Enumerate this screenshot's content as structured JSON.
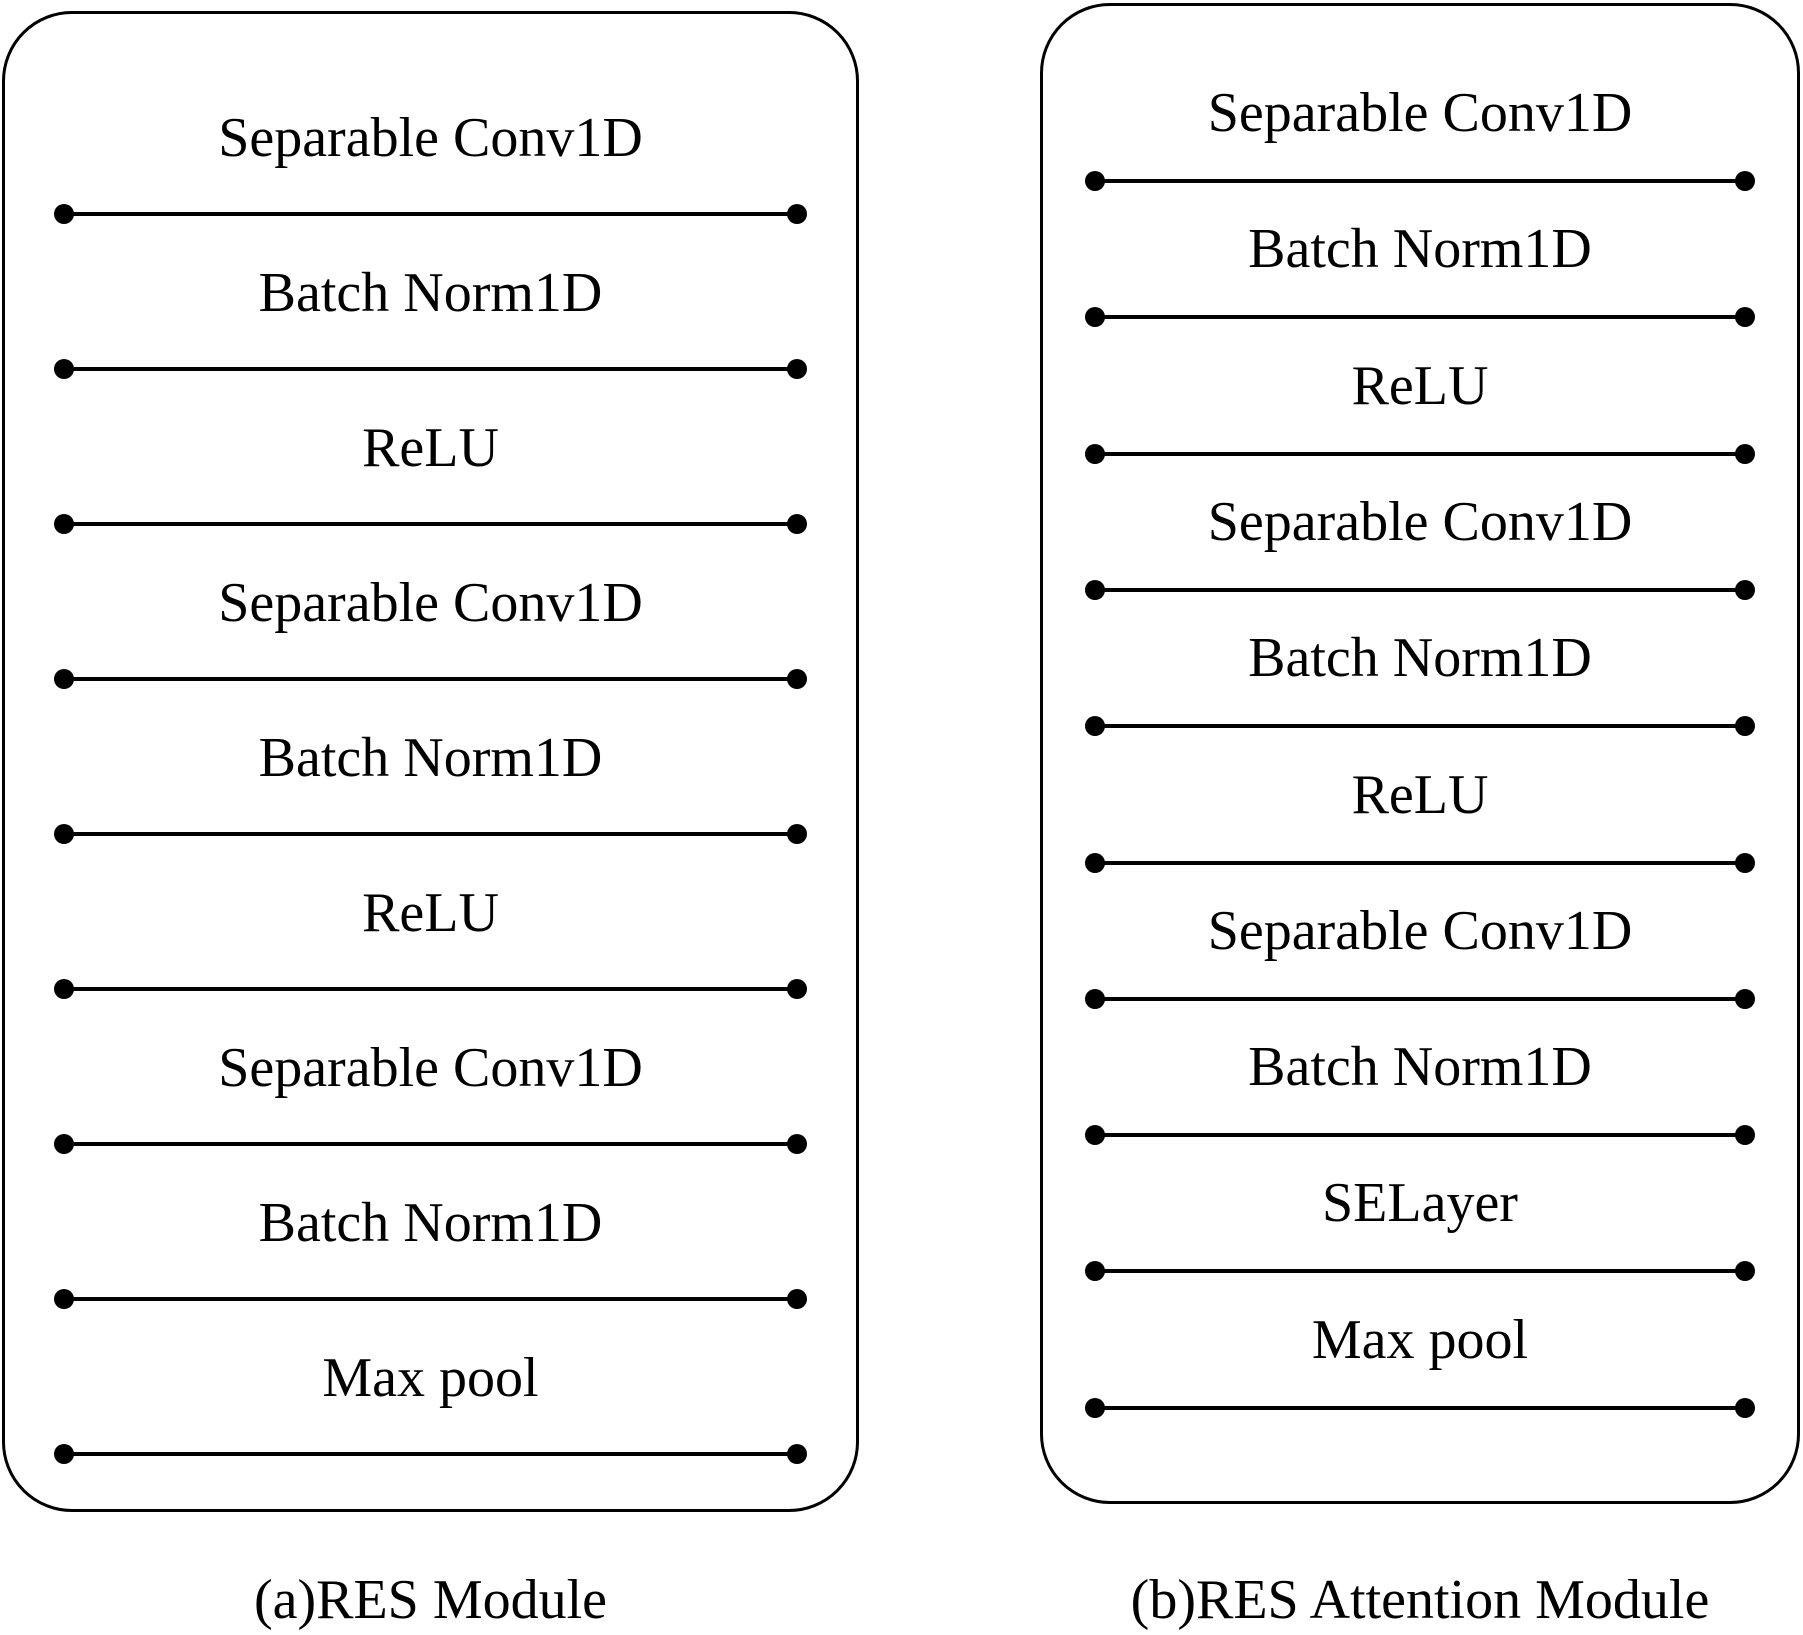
{
  "modules": [
    {
      "id": "a",
      "caption": "(a)RES Module",
      "layers": [
        "Separable Conv1D",
        "Batch Norm1D",
        "ReLU",
        "Separable Conv1D",
        "Batch Norm1D",
        "ReLU",
        "Separable Conv1D",
        "Batch Norm1D",
        "Max pool"
      ]
    },
    {
      "id": "b",
      "caption": "(b)RES Attention Module",
      "layers": [
        "Separable Conv1D",
        "Batch Norm1D",
        "ReLU",
        "Separable Conv1D",
        "Batch Norm1D",
        "ReLU",
        "Separable Conv1D",
        "Batch Norm1D",
        "SELayer",
        "Max pool"
      ]
    }
  ]
}
